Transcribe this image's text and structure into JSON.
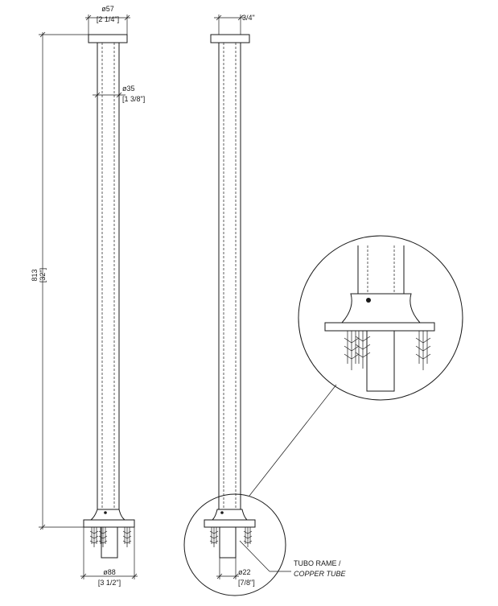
{
  "dimensions": {
    "top_diameter_mm": "ø57",
    "top_diameter_in": "[2 1/4\"]",
    "tube_diameter_mm": "ø35",
    "tube_diameter_in": "[1 3/8\"]",
    "height_mm": "813",
    "height_in": "[32\"]",
    "base_diameter_mm": "ø88",
    "base_diameter_in": "[3 1/2\"]",
    "side_width_in": "3/4\"",
    "copper_diameter_mm": "ø22",
    "copper_diameter_in": "[7/8\"]"
  },
  "callout": {
    "label_line1": "TUBO RAME /",
    "label_line2": "COPPER TUBE"
  },
  "colors": {
    "line": "#1a1a1a",
    "background": "#ffffff"
  }
}
